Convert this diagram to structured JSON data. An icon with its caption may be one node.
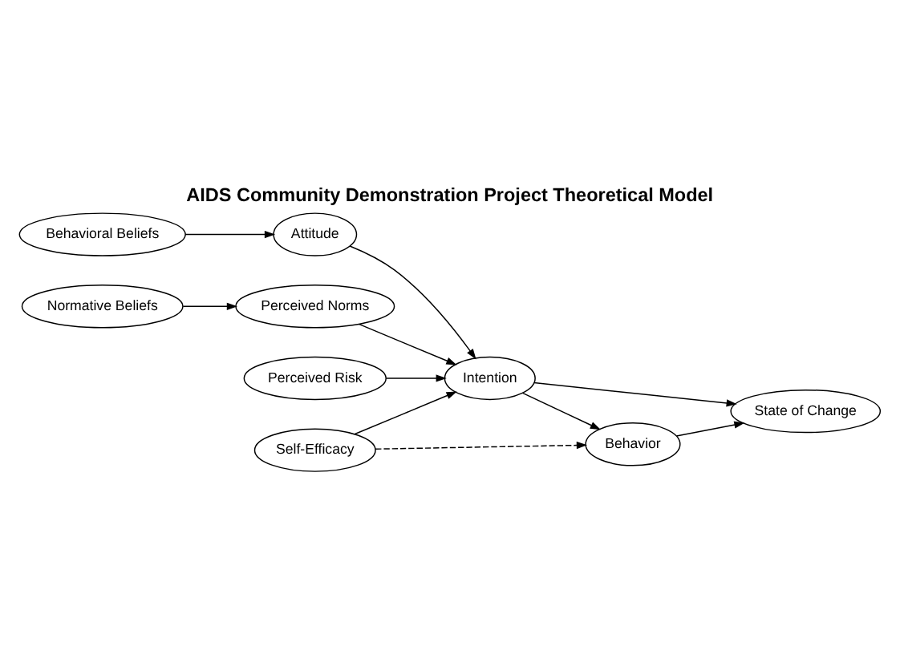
{
  "diagram": {
    "title": "AIDS Community Demonstration Project Theoretical Model",
    "nodes": [
      {
        "text": [
          "Behavioral Beliefs"
        ]
      },
      {
        "text": [
          "Attitude"
        ]
      },
      {
        "text": [
          "Normative Beliefs"
        ]
      },
      {
        "text": [
          "Perceived Norms"
        ]
      },
      {
        "text": [
          "State of Change"
        ]
      },
      {
        "text": [
          "Intention"
        ]
      },
      {
        "text": [
          "Perceived Risk"
        ]
      },
      {
        "text": [
          "Behavior"
        ]
      },
      {
        "text": [
          "Self-Efficacy"
        ]
      }
    ],
    "edges": [
      {
        "from": 0,
        "to": 1,
        "arrow": "to"
      },
      {
        "from": 1,
        "to": 5,
        "arrow": "to"
      },
      {
        "from": 2,
        "to": 3,
        "arrow": "to"
      },
      {
        "from": 3,
        "to": 5,
        "arrow": "to"
      },
      {
        "from": 6,
        "to": 5,
        "arrow": "to"
      },
      {
        "from": 8,
        "to": 5,
        "arrow": "to"
      },
      {
        "from": 5,
        "to": 4,
        "arrow": "to"
      },
      {
        "from": 5,
        "to": 7,
        "arrow": "to"
      },
      {
        "from": 7,
        "to": 4,
        "arrow": "to"
      },
      {
        "from": 8,
        "to": 7,
        "arrow": "to",
        "style": "dashed"
      }
    ]
  }
}
